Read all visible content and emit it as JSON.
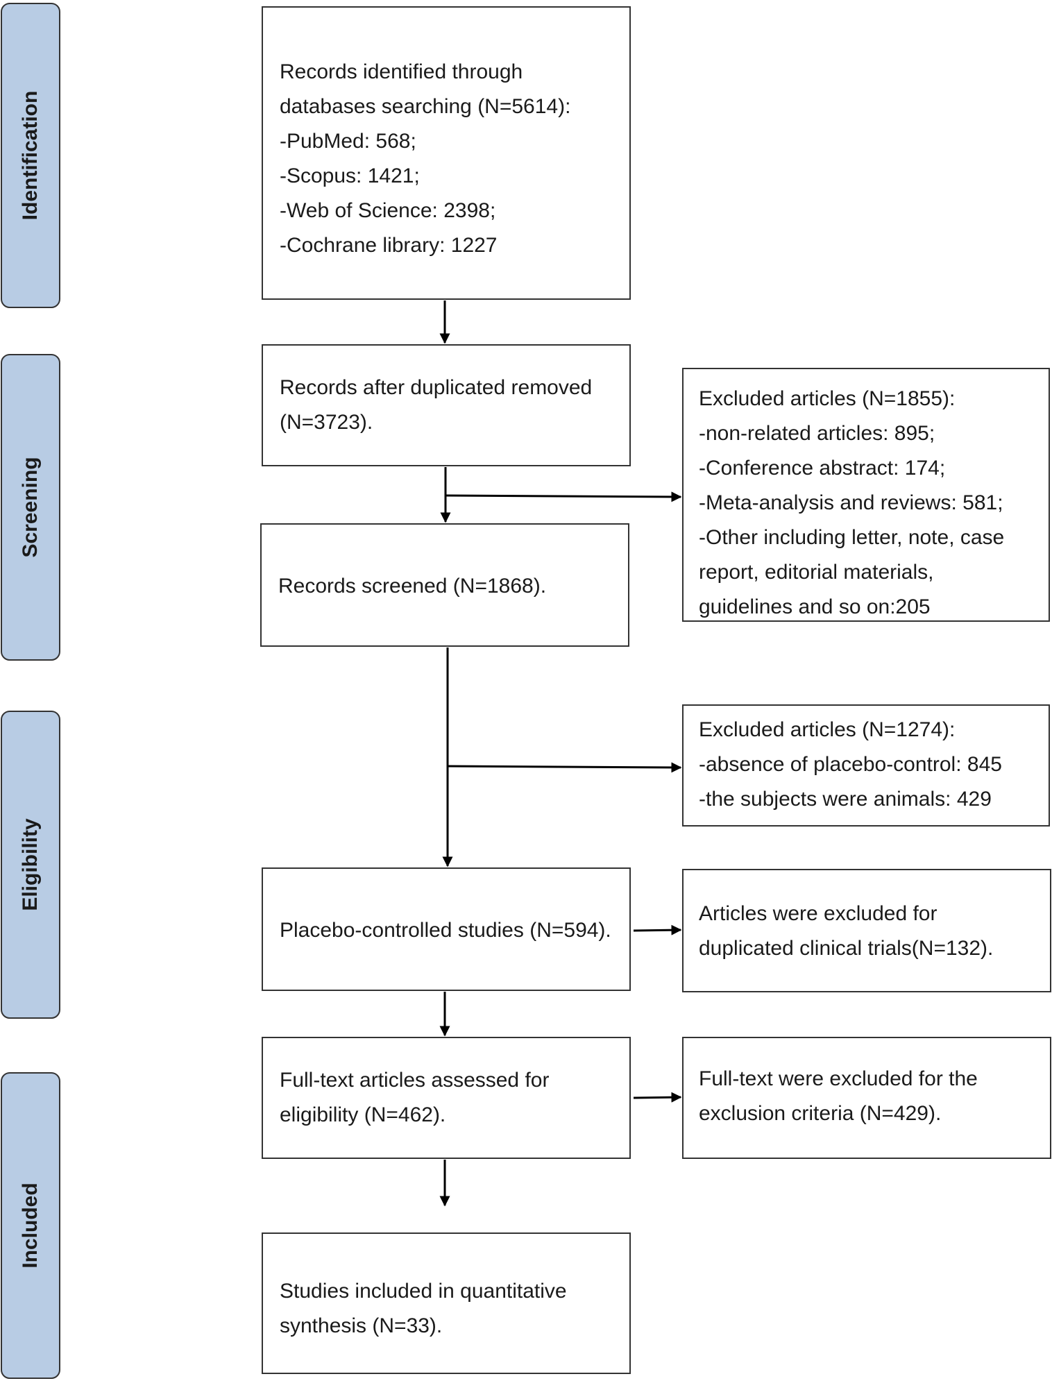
{
  "phases": [
    {
      "label": "Identification"
    },
    {
      "label": "Screening"
    },
    {
      "label": "Eligibility"
    },
    {
      "label": "Included"
    }
  ],
  "boxes": {
    "identified": {
      "lines": [
        "Records identified through",
        "databases searching (N=5614):",
        "-PubMed: 568;",
        "-Scopus: 1421;",
        "-Web of Science: 2398;",
        "-Cochrane library: 1227"
      ]
    },
    "after_duplicates": {
      "lines": [
        "Records after duplicated removed",
        "(N=3723)."
      ]
    },
    "excluded_screening": {
      "lines": [
        "Excluded articles (N=1855):",
        "-non-related articles: 895;",
        "-Conference abstract: 174;",
        "-Meta-analysis and reviews: 581;",
        "-Other including letter, note, case",
        "report, editorial materials,",
        "guidelines and so on:205"
      ]
    },
    "screened": {
      "lines": [
        "Records screened (N=1868)."
      ]
    },
    "excluded_eligibility": {
      "lines": [
        "Excluded articles (N=1274):",
        "-absence of placebo-control: 845",
        "-the subjects were animals: 429"
      ]
    },
    "placebo_controlled": {
      "lines": [
        "Placebo-controlled studies (N=594)."
      ]
    },
    "excluded_duplicated_trials": {
      "lines": [
        "Articles were excluded for",
        "duplicated clinical trials(N=132)."
      ]
    },
    "full_text_assessed": {
      "lines": [
        "Full-text articles assessed for",
        "eligibility (N=462)."
      ]
    },
    "full_text_excluded": {
      "lines": [
        "Full-text were excluded for the",
        "exclusion criteria (N=429)."
      ]
    },
    "included": {
      "lines": [
        "Studies included in quantitative",
        "synthesis (N=33)."
      ]
    }
  }
}
